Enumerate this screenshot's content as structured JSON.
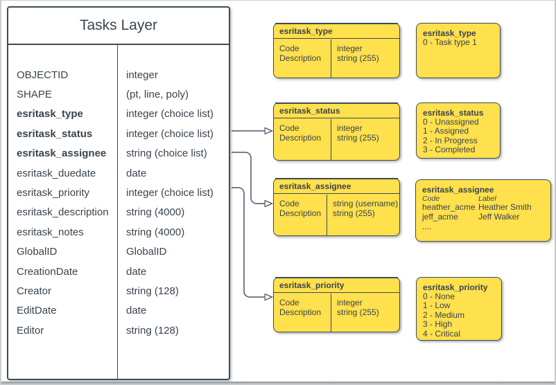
{
  "colors": {
    "box_fill": "#ffe04d",
    "stroke": "#3e4a56",
    "connector": "#4a5563",
    "text": "#39434e"
  },
  "tasks_table": {
    "title": "Tasks Layer",
    "fields": [
      {
        "name": "OBJECTID",
        "type": "integer",
        "bold": false
      },
      {
        "name": "SHAPE",
        "type": "(pt, line, poly)",
        "bold": false
      },
      {
        "name": "esritask_type",
        "type": "integer (choice list)",
        "bold": true
      },
      {
        "name": "esritask_status",
        "type": "integer (choice list)",
        "bold": true
      },
      {
        "name": "esritask_assignee",
        "type": "string (choice list)",
        "bold": true
      },
      {
        "name": "esritask_duedate",
        "type": "date",
        "bold": false
      },
      {
        "name": "esritask_priority",
        "type": "integer (choice list)",
        "bold": false
      },
      {
        "name": "esritask_description",
        "type": "string (4000)",
        "bold": false
      },
      {
        "name": "esritask_notes",
        "type": "string (4000)",
        "bold": false
      },
      {
        "name": "GlobalID",
        "type": "GlobalID",
        "bold": false
      },
      {
        "name": "CreationDate",
        "type": "date",
        "bold": false
      },
      {
        "name": "Creator",
        "type": "string (128)",
        "bold": false
      },
      {
        "name": "EditDate",
        "type": "date",
        "bold": false
      },
      {
        "name": "Editor",
        "type": "string (128)",
        "bold": false
      }
    ]
  },
  "detail_boxes": [
    {
      "title": "esritask_type",
      "rows": [
        {
          "field": "Code",
          "type": "integer"
        },
        {
          "field": "Description",
          "type": "string (255)"
        }
      ]
    },
    {
      "title": "esritask_status",
      "rows": [
        {
          "field": "Code",
          "type": "integer"
        },
        {
          "field": "Description",
          "type": "string (255)"
        }
      ]
    },
    {
      "title": "esritask_assignee",
      "rows": [
        {
          "field": "Code",
          "type": "string  (username)"
        },
        {
          "field": "Description",
          "type": "string (255)"
        }
      ]
    },
    {
      "title": "esritask_priority",
      "rows": [
        {
          "field": "Code",
          "type": "integer"
        },
        {
          "field": "Description",
          "type": "string (255)"
        }
      ]
    }
  ],
  "domain_boxes": {
    "type": {
      "title": "esritask_type",
      "values": [
        "0 - Task type 1"
      ]
    },
    "status": {
      "title": "esritask_status",
      "values": [
        "0 - Unassigned",
        "1 - Assigned",
        "2 - In Progress",
        "3 - Completed"
      ]
    },
    "assignee": {
      "title": "esritask_assignee",
      "col_headers": {
        "code": "Code",
        "label": "Label"
      },
      "rows": [
        {
          "code": "heather_acme",
          "label": "Heather Smith"
        },
        {
          "code": "jeff_acme",
          "label": "Jeff Walker"
        }
      ],
      "ellipsis": "...."
    },
    "priority": {
      "title": "esritask_priority",
      "values": [
        "0 - None",
        "1 - Low",
        "2 - Medium",
        "3 - High",
        "4 - Critical"
      ]
    }
  }
}
